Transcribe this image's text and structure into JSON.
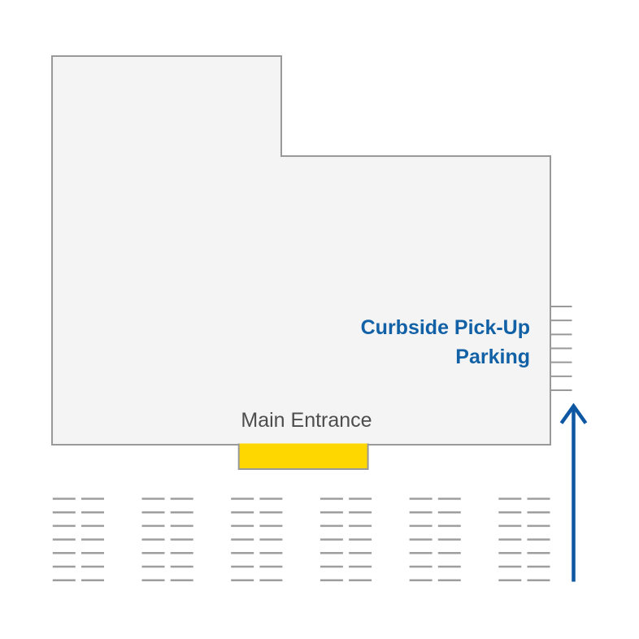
{
  "labels": {
    "curbside_line1": "Curbside Pick-Up",
    "curbside_line2": "Parking",
    "main_entrance": "Main Entrance"
  },
  "colors": {
    "building_fill": "#f4f4f4",
    "outline_gray": "#999999",
    "space_line_gray": "#9e9e9e",
    "curbside_text_blue": "#1261a6",
    "arrow_blue": "#0e57a3",
    "entrance_yellow": "#ffd700",
    "entrance_text_gray": "#4d4d4d"
  },
  "curbside_parking": {
    "space_count": 7
  },
  "parking_lot": {
    "group_count": 6,
    "columns_per_group": 2,
    "rows_per_group": 7
  }
}
